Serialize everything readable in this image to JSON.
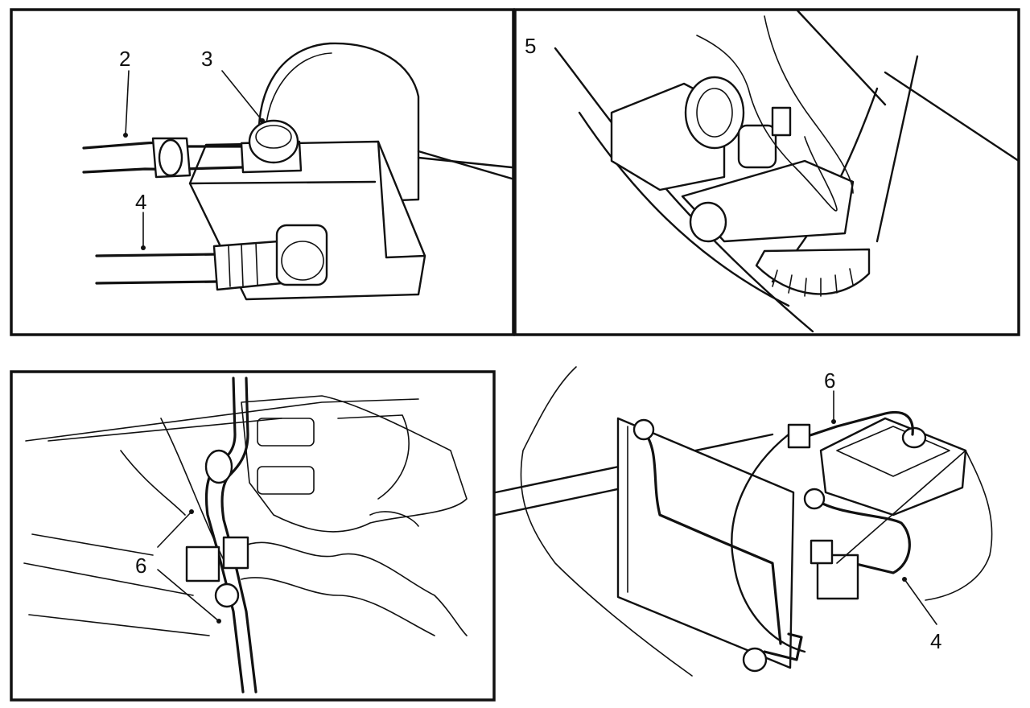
{
  "panels": {
    "top_left": {
      "callouts": {
        "a": "2",
        "b": "3",
        "c": "4"
      }
    },
    "top_right": {
      "callouts": {
        "a": "5"
      }
    },
    "bottom_left": {
      "callouts": {
        "a": "6"
      }
    },
    "bottom_right": {
      "callouts": {
        "a": "6",
        "b": "4"
      }
    }
  }
}
